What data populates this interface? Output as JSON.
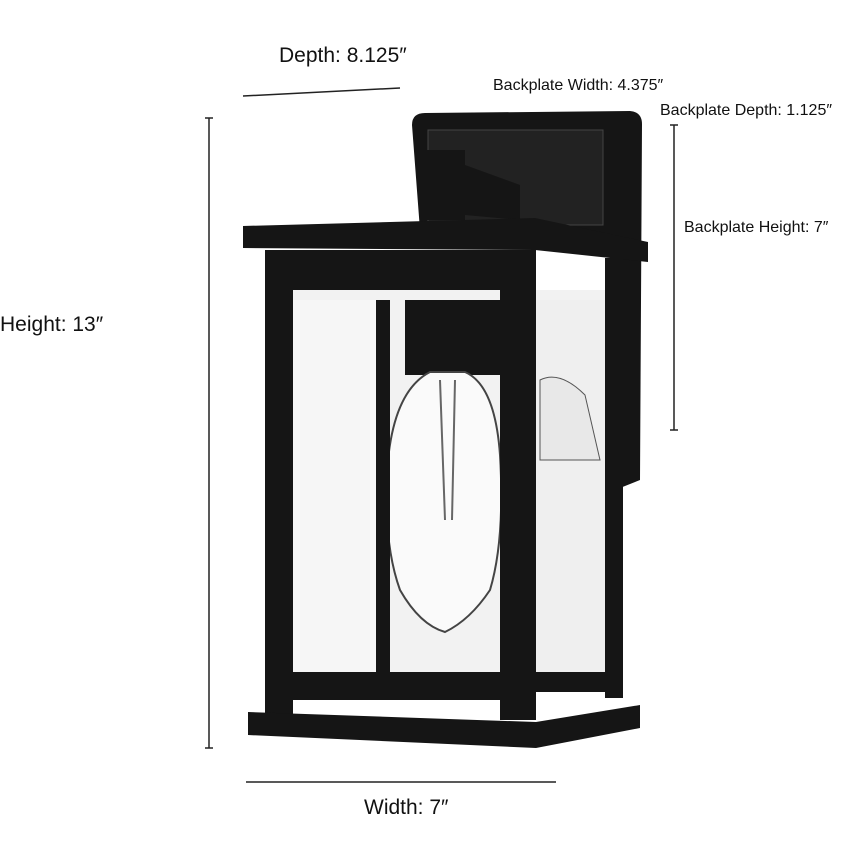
{
  "labels": {
    "depth": "Depth: 8.125″",
    "backplate_width": "Backplate Width: 4.375″",
    "backplate_depth": "Backplate Depth: 1.125″",
    "backplate_height": "Backplate Height: 7″",
    "height": "Height: 13″",
    "width": "Width: 7″"
  },
  "colors": {
    "fixture": "#111111",
    "glass": "#f4f4f4",
    "dimension_line": "#222222"
  }
}
